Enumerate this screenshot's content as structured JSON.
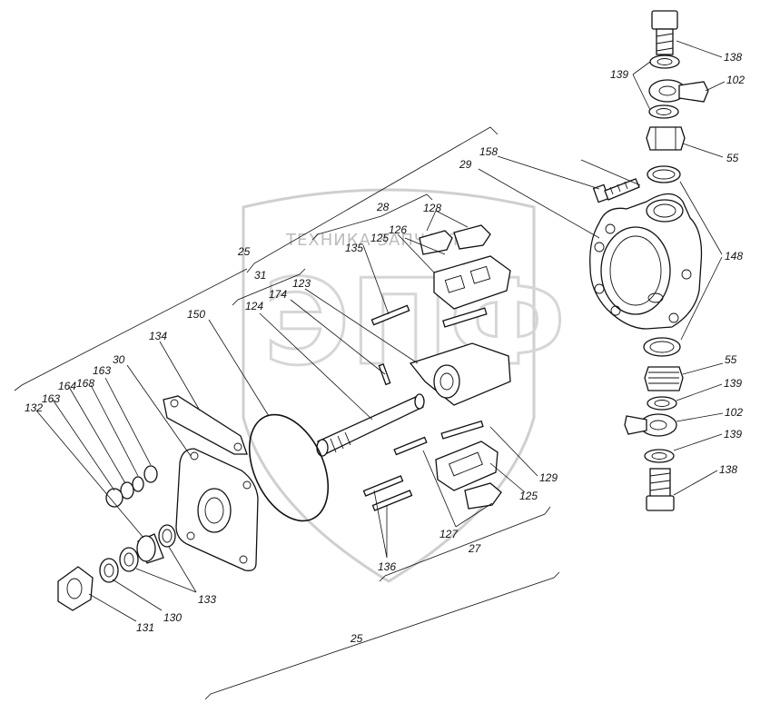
{
  "watermark": {
    "text": "ТЕХНИКА ЗАПЧАСТИ",
    "logo_text": "ЭПФ",
    "color": "#c8c8c8"
  },
  "labels": {
    "l138a": "138",
    "l139a": "139",
    "l102a": "102",
    "l55a": "55",
    "l158": "158",
    "l29": "29",
    "l148": "148",
    "l28": "28",
    "l128": "128",
    "l126": "126",
    "l125a": "125",
    "l135": "135",
    "l25a": "25",
    "l31": "31",
    "l123": "123",
    "l174": "174",
    "l124": "124",
    "l150": "150",
    "l134": "134",
    "l30": "30",
    "l163a": "163",
    "l168": "168",
    "l164": "164",
    "l163b": "163",
    "l132": "132",
    "l55b": "55",
    "l139b": "139",
    "l102b": "102",
    "l139c": "139",
    "l138b": "138",
    "l129": "129",
    "l125b": "125",
    "l127": "127",
    "l27": "27",
    "l136": "136",
    "l133": "133",
    "l130": "130",
    "l131": "131",
    "l25b": "25"
  }
}
